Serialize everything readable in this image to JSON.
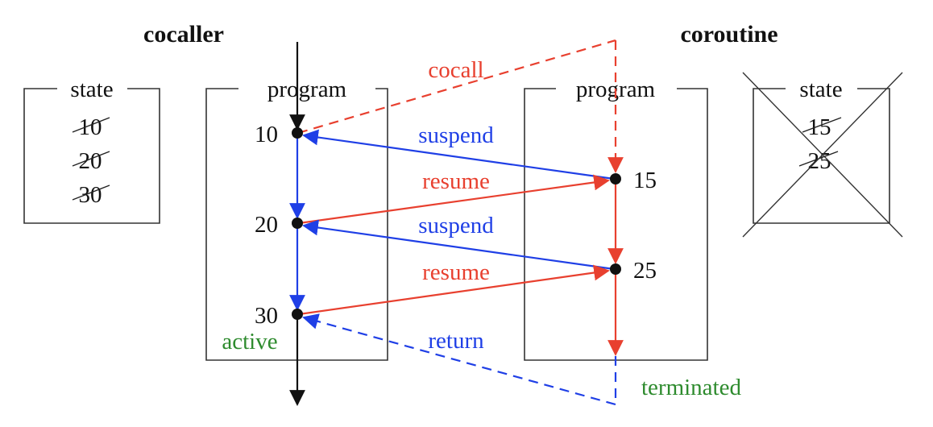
{
  "colors": {
    "black": "#111111",
    "blue": "#1f3fe6",
    "red": "#e8402f",
    "green": "#2e8b2e",
    "box": "#333333"
  },
  "cocaller": {
    "title": "cocaller",
    "state_label": "state",
    "state_values": [
      "10",
      "20",
      "30"
    ],
    "program_label": "program",
    "lines": [
      "10",
      "20",
      "30"
    ],
    "status": "active"
  },
  "coroutine": {
    "title": "coroutine",
    "state_label": "state",
    "state_values": [
      "15",
      "25"
    ],
    "program_label": "program",
    "lines": [
      "15",
      "25"
    ],
    "status": "terminated"
  },
  "arrows": {
    "cocall": "cocall",
    "suspend1": "suspend",
    "resume1": "resume",
    "suspend2": "suspend",
    "resume2": "resume",
    "return": "return"
  }
}
